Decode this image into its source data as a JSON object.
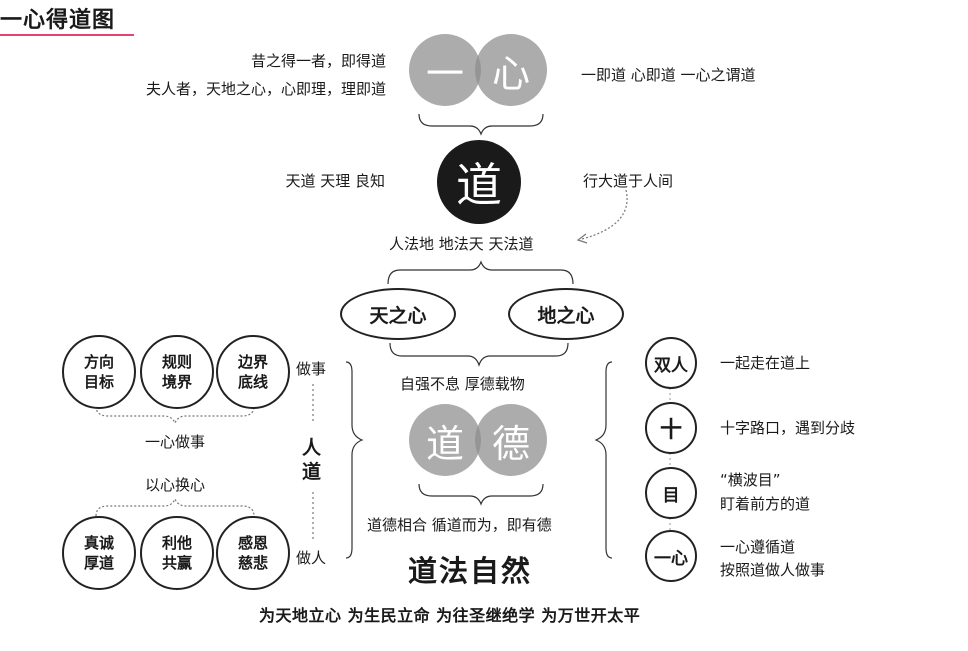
{
  "title": "一心得道图",
  "top": {
    "left_line1": "昔之得一者，即得道",
    "left_line2": "夫人者，天地之心，心即理，理即道",
    "venn_left": "一",
    "venn_right": "心",
    "right_text": "一即道  心即道  一心之谓道"
  },
  "dao": {
    "center": "道",
    "left_text": "天道  天理  良知",
    "right_text": "行大道于人间",
    "below_text": "人法地  地法天  天法道"
  },
  "hearts": {
    "left": "天之心",
    "right": "地之心",
    "below_text": "自强不息    厚德载物"
  },
  "daode": {
    "left": "道",
    "right": "德",
    "below_text": "道德相合  循道而为，即有德"
  },
  "footer": {
    "main": "道法自然",
    "motto": "为天地立心    为生民立命    为往圣继绝学    为万世开太平"
  },
  "left_panel": {
    "top_circles": [
      {
        "line1": "方向",
        "line2": "目标"
      },
      {
        "line1": "规则",
        "line2": "境界"
      },
      {
        "line1": "边界",
        "line2": "底线"
      }
    ],
    "top_label": "一心做事",
    "bottom_label": "以心换心",
    "bottom_circles": [
      {
        "line1": "真诚",
        "line2": "厚道"
      },
      {
        "line1": "利他",
        "line2": "共赢"
      },
      {
        "line1": "感恩",
        "line2": "慈悲"
      }
    ],
    "zuoshi": "做事",
    "rendao_1": "人",
    "rendao_2": "道",
    "zuoren": "做人"
  },
  "right_panel": {
    "items": [
      {
        "badge": "双人",
        "text1": "一起走在道上",
        "text2": ""
      },
      {
        "badge": "十",
        "text1": "十字路口，遇到分歧",
        "text2": ""
      },
      {
        "badge": "目",
        "text1": "“横波目”",
        "text2": "盯着前方的道"
      },
      {
        "badge": "一心",
        "text1": "一心遵循道",
        "text2": "按照道做人做事"
      }
    ]
  }
}
